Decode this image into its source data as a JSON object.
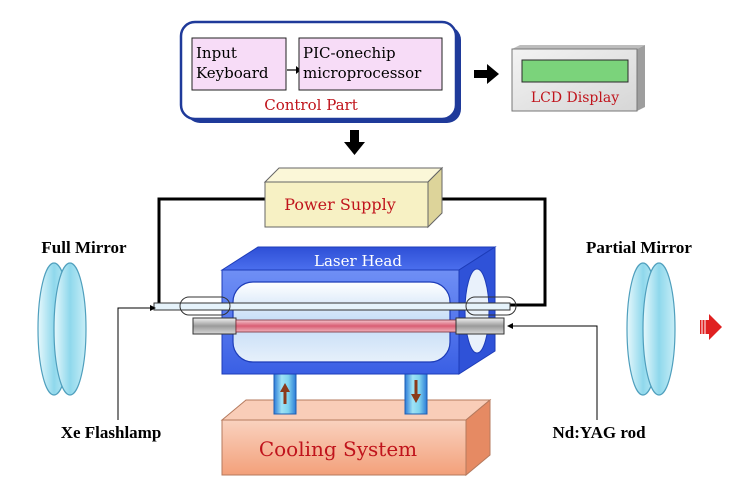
{
  "control_part": {
    "input_keyboard_line1": "Input",
    "input_keyboard_line2": "Keyboard",
    "microprocessor_line1": "PIC-onechip",
    "microprocessor_line2": "microprocessor",
    "label": "Control Part"
  },
  "lcd_display": {
    "label": "LCD Display"
  },
  "power_supply": {
    "label": "Power Supply"
  },
  "laser_head": {
    "label": "Laser Head"
  },
  "cooling_system": {
    "label": "Cooling System"
  },
  "labels": {
    "full_mirror": "Full Mirror",
    "partial_mirror": "Partial Mirror",
    "xe_flashlamp": "Xe Flashlamp",
    "nd_yag_rod": "Nd:YAG rod"
  },
  "colors": {
    "control_border": "#1f3a9a",
    "pink_fill": "#f7dcf7",
    "label_red": "#c0141c",
    "laser_head_blue": "#3d63e8",
    "power_supply_fill": "#f7f1c4",
    "cooling_fill": "#f7b99c",
    "lcd_screen": "#7bd37b",
    "mirror_fill": "#9fe0ef",
    "rod_pink": "#e58c9a",
    "output_arrow": "#e02020"
  }
}
